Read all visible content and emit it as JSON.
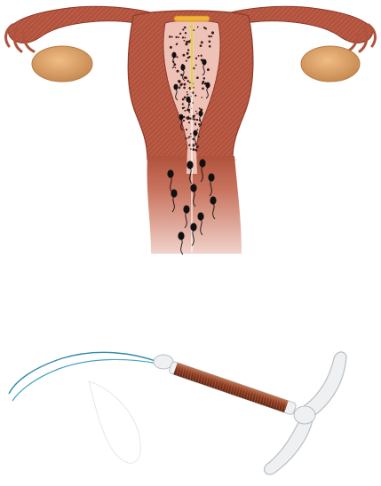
{
  "colors": {
    "background": "#ffffff",
    "uterus_wall": "#b0523c",
    "uterus_wall_dark": "#8e3a28",
    "uterus_hatch": "#c86a58",
    "endometrium_lining": "#f3c9c0",
    "cavity_pink": "#efc2b8",
    "ovary": "#e0a66c",
    "ovary_dark": "#c2854b",
    "sperm": "#111111",
    "dots": "#3a1a14",
    "iud_arms": "#f2b13c",
    "iud_stem_yellow": "#f1e27a",
    "iud_copper": "#8a3a22",
    "iud_copper_light": "#b86a4a",
    "iud_plastic": "#eef0f2",
    "iud_plastic_shadow": "#b9bfc5",
    "iud_strings": "#2f8aa8"
  },
  "diagram": {
    "panels": [
      {
        "name": "uterus-with-iud-and-sperm"
      },
      {
        "name": "copper-iud-device"
      }
    ],
    "sperm_count": 20
  }
}
